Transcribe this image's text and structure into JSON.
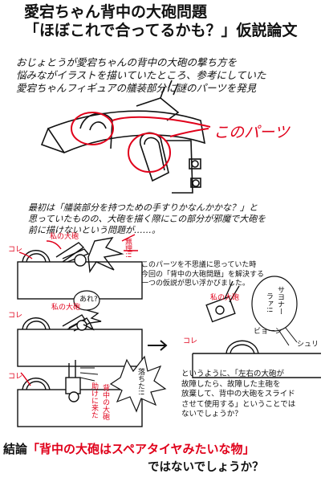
{
  "title": {
    "line1": "愛宕ちゃん背中の大砲問題",
    "line2": "「ほぼこれで合ってるかも？」仮説論文"
  },
  "intro": {
    "line1": "おじょとうが愛宕ちゃんの背中の大砲の撃ち方を",
    "line2": "悩みながイラストを描いていたところ、参考にしていた",
    "line3": "愛宕ちゃんフィギュアの艤装部分に謎のパーツを発見"
  },
  "callout": "このパーツ",
  "para2": {
    "line1": "最初は「艤装部分を持つための手すりかなんかかな？」と",
    "line2": "思っていたものの、大砲を描く際にこの部分が邪魔で大砲を",
    "line3": "前に描けないという問題が……。"
  },
  "hypothesis": {
    "line1": "このパーツを不思議に思っていた時",
    "line2": "今回の「背中の大砲問題」を解決する",
    "line3": "一つの仮説が思い浮かびました。"
  },
  "panel_notes": {
    "kore": "コレ",
    "taiho": "私の大砲",
    "iyaaa": "無理!!",
    "are": "あれ?",
    "jaji": "サヨナー",
    "nara": "ラァ!!",
    "byon": "ビョーン",
    "shuu": "シュリ",
    "fall": "落ちた!!",
    "help": "助けに来た",
    "help2": "背中の大砲"
  },
  "conclusion_text": {
    "line1": "というように、「左右の大砲が",
    "line2": "故障したら、故障した主砲を",
    "line3": "放棄して、背中の大砲をスライド",
    "line4": "させて使用する」ということでは",
    "line5": "ないでしょうか？"
  },
  "conclusion": {
    "prefix": "結論",
    "highlight": "「背中の大砲はスペアタイヤみたいな物」",
    "line2": "ではないでしょうか？"
  },
  "colors": {
    "accent": "#e0001a",
    "ink": "#111111"
  }
}
